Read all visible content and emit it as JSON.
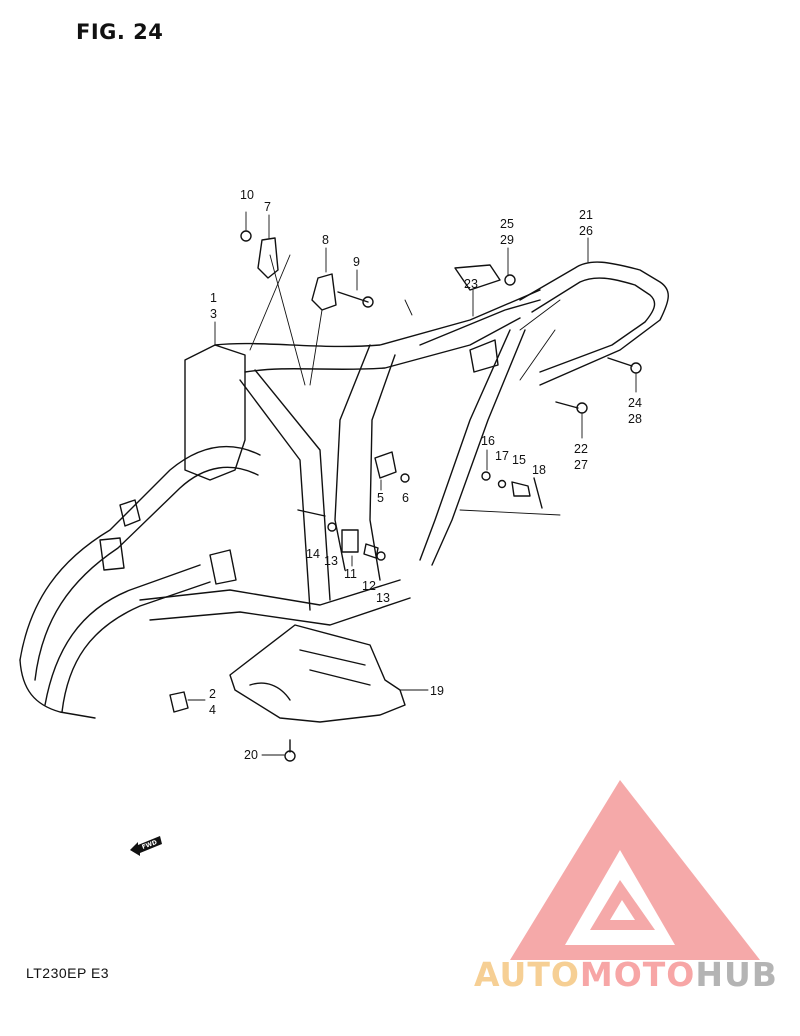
{
  "figure": {
    "title": "FIG. 24",
    "model_code": "LT230EP  E3"
  },
  "callouts": {
    "c1": "1",
    "c2": "2",
    "c3": "3",
    "c4": "4",
    "c5": "5",
    "c6": "6",
    "c7": "7",
    "c8": "8",
    "c9": "9",
    "c10": "10",
    "c11": "11",
    "c12": "12",
    "c13a": "13",
    "c13b": "13",
    "c14": "14",
    "c15": "15",
    "c16": "16",
    "c17": "17",
    "c18": "18",
    "c19": "19",
    "c20": "20",
    "c21": "21",
    "c22": "22",
    "c23": "23",
    "c24": "24",
    "c25": "25",
    "c26": "26",
    "c27": "27",
    "c28": "28",
    "c29": "29"
  },
  "direction_marker": {
    "label": "FWD"
  },
  "watermark": {
    "part1": "AUTO",
    "part2": "MOTO",
    "part3": "HUB",
    "colors": [
      "#f6cf94",
      "#f7a6a6",
      "#b4b4b4"
    ]
  }
}
